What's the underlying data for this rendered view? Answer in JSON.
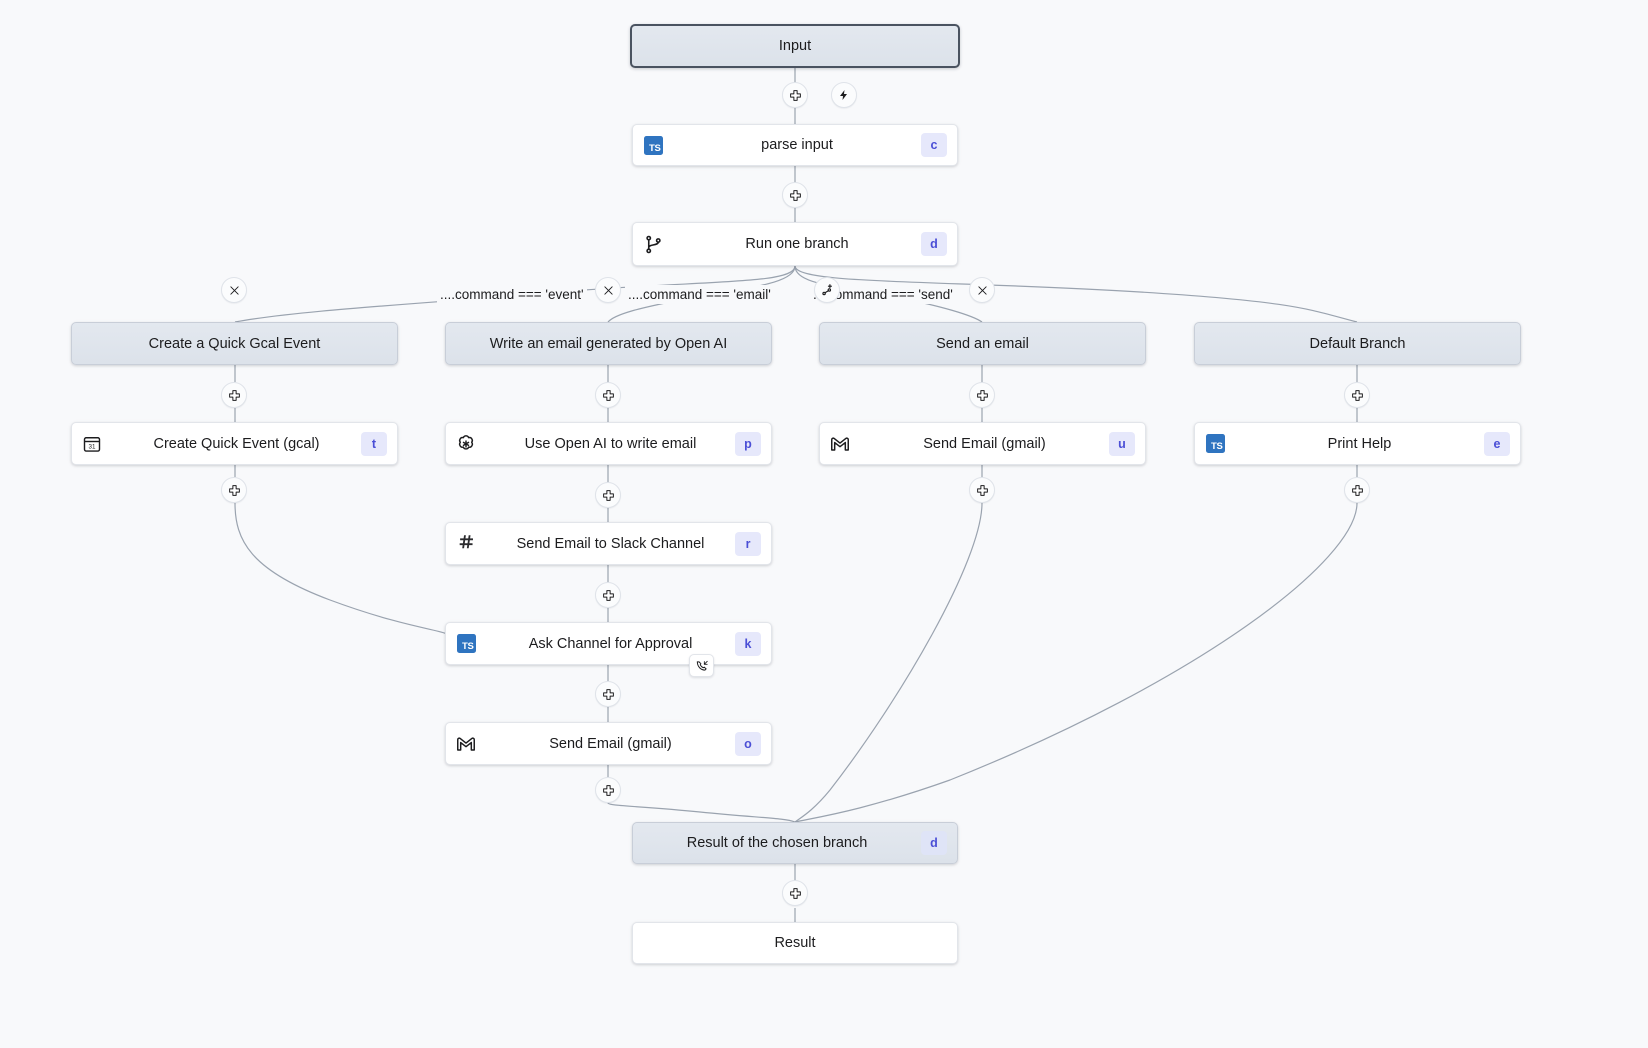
{
  "canvas": {
    "background": "#f8f9fb",
    "edge_color": "#9aa3af"
  },
  "colors": {
    "accent_key": "#4b4fd6",
    "key_bg": "#e6e8fb",
    "virtual_node_bg": "#e0e6ee",
    "ts_badge_bg": "#2f74c0",
    "node_bg": "#ffffff",
    "border": "#e2e5ea"
  },
  "nodes": {
    "input": {
      "label": "Input",
      "type": "endpoint",
      "selected": true
    },
    "parse_input": {
      "label": "parse input",
      "key": "c",
      "icon": "typescript-icon"
    },
    "run_one_branch": {
      "label": "Run one branch",
      "key": "d",
      "icon": "branch-icon"
    },
    "branch_headers": [
      {
        "label": "Create a Quick Gcal Event"
      },
      {
        "label": "Write an email generated by Open AI"
      },
      {
        "label": "Send an email"
      },
      {
        "label": "Default Branch"
      }
    ],
    "branch_conditions": [
      {
        "label": "....command === 'event'"
      },
      {
        "label": "....command === 'email'"
      },
      {
        "label": "....command === 'send'"
      }
    ],
    "steps": [
      {
        "label": "Create Quick Event (gcal)",
        "key": "t",
        "icon": "google-calendar-icon"
      },
      {
        "label": "Use Open AI to write email",
        "key": "p",
        "icon": "openai-icon"
      },
      {
        "label": "Send Email to Slack Channel",
        "key": "r",
        "icon": "slack-icon"
      },
      {
        "label": "Ask Channel for Approval",
        "key": "k",
        "icon": "typescript-icon"
      },
      {
        "label": "Send Email (gmail)",
        "key": "o",
        "icon": "gmail-icon"
      },
      {
        "label": "Send Email (gmail)",
        "key": "u",
        "icon": "gmail-icon"
      },
      {
        "label": "Print Help",
        "key": "e",
        "icon": "typescript-icon"
      }
    ],
    "result_of_branch": {
      "label": "Result of the chosen branch",
      "key": "d"
    },
    "result": {
      "label": "Result",
      "type": "endpoint"
    }
  },
  "controls": {
    "add_step_icon": "plus-icon",
    "trigger_icon": "lightning-icon",
    "remove_branch_icon": "close-icon",
    "add_branch_icon": "add-branch-icon",
    "approval_icon": "approval-resume-icon"
  }
}
